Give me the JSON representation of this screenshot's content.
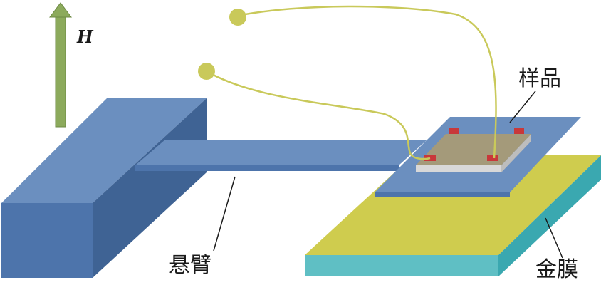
{
  "labels": {
    "field": "H",
    "sample": "样品",
    "cantilever": "悬臂",
    "gold_film": "金膜"
  },
  "colors": {
    "cantilever_top": "#6b8fbf",
    "cantilever_front": "#4d74ab",
    "cantilever_side": "#3f6394",
    "gold_top": "#cfcc4e",
    "gold_side": "#5fbfc4",
    "sample_body": "#a49a7a",
    "sample_base": "#d8d8d8",
    "contact_pad": "#c8383a",
    "wire": "#c9c95a",
    "arrow": "#8caa5c"
  }
}
